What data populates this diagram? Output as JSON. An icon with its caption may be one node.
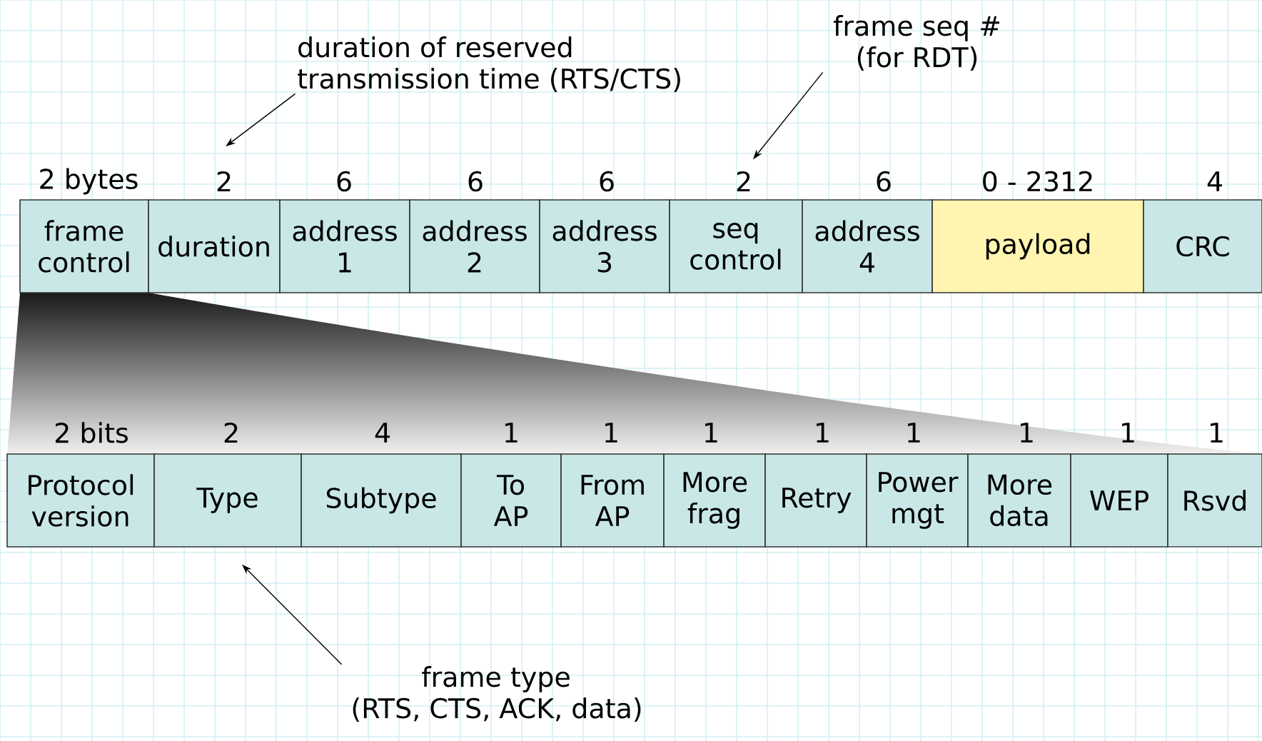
{
  "diagram": {
    "nodes": [
      {
        "text": [
          "frame control"
        ],
        "beside": [
          "2 bytes"
        ]
      },
      {
        "text": [
          "duration"
        ],
        "beside": [
          "2"
        ]
      },
      {
        "text": [
          "address 1"
        ],
        "beside": [
          "6"
        ]
      },
      {
        "text": [
          "address 2"
        ],
        "beside": [
          "6"
        ]
      },
      {
        "text": [
          "address 3"
        ],
        "beside": [
          "6"
        ]
      },
      {
        "text": [
          "seq control"
        ],
        "beside": [
          "2"
        ]
      },
      {
        "text": [
          "address 4"
        ],
        "beside": [
          "6"
        ]
      },
      {
        "text": [
          "payload"
        ],
        "beside": [
          "0 - 2312"
        ]
      },
      {
        "text": [
          "CRC"
        ],
        "beside": [
          "4"
        ]
      },
      {
        "text": [
          "Protocol version"
        ],
        "beside": [
          "2 bits"
        ]
      },
      {
        "text": [
          "Type"
        ],
        "beside": [
          "2"
        ]
      },
      {
        "text": [
          "Subtype"
        ],
        "beside": [
          "4"
        ]
      },
      {
        "text": [
          "To AP"
        ],
        "beside": [
          "1"
        ]
      },
      {
        "text": [
          "From AP"
        ],
        "beside": [
          "1"
        ]
      },
      {
        "text": [
          "More frag"
        ],
        "beside": [
          "1"
        ]
      },
      {
        "text": [
          "Retry"
        ],
        "beside": [
          "1"
        ]
      },
      {
        "text": [
          "Power mgt"
        ],
        "beside": [
          "1"
        ]
      },
      {
        "text": [
          "More data"
        ],
        "beside": [
          "1"
        ]
      },
      {
        "text": [
          "WEP"
        ],
        "beside": [
          "1"
        ]
      },
      {
        "text": [
          "Rsvd"
        ],
        "beside": [
          "1"
        ]
      },
      {
        "text": [
          "duration of reserved transmission time (RTS/CTS)"
        ]
      },
      {
        "text": [
          "frame seq # (for RDT)"
        ]
      },
      {
        "text": [
          "frame type (RTS, CTS, ACK, data)"
        ]
      }
    ],
    "edges": [
      {
        "from": 20,
        "to": 1,
        "arrow": "to"
      },
      {
        "from": 21,
        "to": 5,
        "arrow": "to"
      },
      {
        "from": 22,
        "to": 10,
        "arrow": "to"
      }
    ]
  }
}
